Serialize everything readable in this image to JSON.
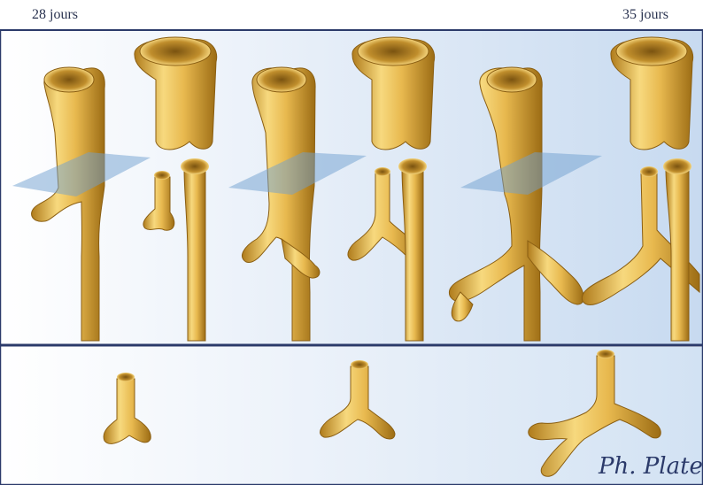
{
  "header": {
    "left_label": "28 jours",
    "right_label": "35 jours"
  },
  "signature": "Ph. Plateau",
  "colors": {
    "frame": "#2b3a6a",
    "tube_light": "#f6d77c",
    "tube_mid": "#e2b046",
    "tube_dark": "#a8761a",
    "plane": "#6f9fd0",
    "background_top": "#ffffff",
    "background_blue": "#c9dcf0"
  },
  "stages": [
    {
      "name": "stage-1",
      "description_shown": false
    },
    {
      "name": "stage-2",
      "description_shown": false
    },
    {
      "name": "stage-3",
      "description_shown": false
    }
  ]
}
